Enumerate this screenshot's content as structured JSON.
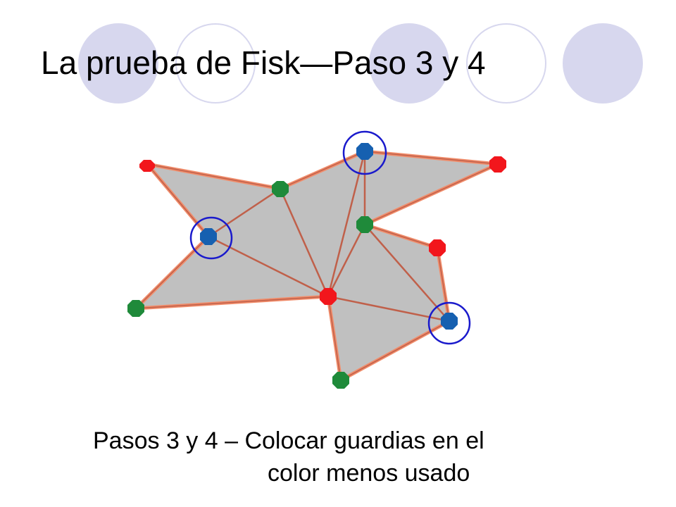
{
  "slide": {
    "title": "La prueba de Fisk—Paso 3 y 4",
    "caption_line_1": "Pasos 3 y 4 – Colocar guardias en el",
    "caption_line_2": "color menos usado"
  },
  "colors": {
    "decor_filled": "#d7d7ee",
    "decor_outline": "#d7d7ee",
    "polygon_fill": "#c0c0c0",
    "polygon_edge": "#f08c6a",
    "diagonal": "#c0604a",
    "vertex_red": "#f2161c",
    "vertex_green": "#1f8a3a",
    "vertex_blue": "#1660b0",
    "guard_circle": "#1a1acc"
  },
  "vertex_counts": {
    "red": 4,
    "green": 4,
    "blue": 3
  },
  "guards_color": "blue"
}
